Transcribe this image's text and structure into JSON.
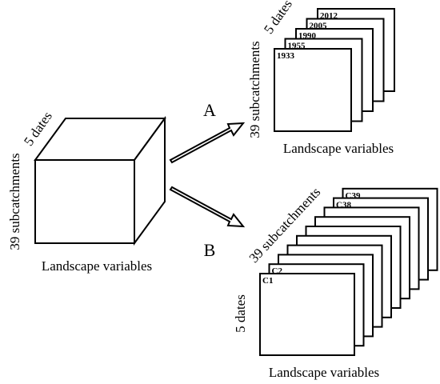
{
  "cube": {
    "axis_depth": "5 dates",
    "axis_height": "39 subcatchments",
    "axis_width": "Landscape variables"
  },
  "branch_a": {
    "letter": "A",
    "axis_depth": "5 dates",
    "axis_height": "39 subcatchments",
    "axis_width": "Landscape variables",
    "slice_labels": [
      "1933",
      "1955",
      "1990",
      "2005",
      "2012"
    ]
  },
  "branch_b": {
    "letter": "B",
    "axis_depth": "39 subcatchments",
    "axis_height": "5 dates",
    "axis_width": "Landscape variables",
    "slice_labels": [
      "C1",
      "C2",
      "C38",
      "C39"
    ]
  }
}
